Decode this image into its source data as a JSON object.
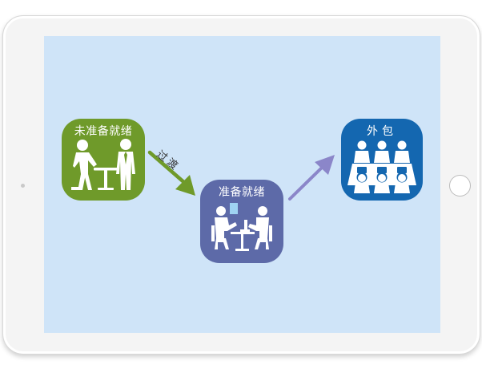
{
  "diagram": {
    "nodes": {
      "not_ready": "未准备就绪",
      "ready": "准备就绪",
      "outsource": "外包"
    },
    "edges": [
      {
        "from": "not_ready",
        "to": "ready",
        "label": "过渡",
        "color": "#6f9a2a"
      },
      {
        "from": "ready",
        "to": "outsource",
        "label": "",
        "color": "#8b86c9"
      }
    ]
  },
  "colors": {
    "not_ready_card": "#6f9a2a",
    "ready_card": "#5d6aa8",
    "outsource_card": "#1467b0",
    "screen_background": "#cfe4f8"
  },
  "icons": {
    "not_ready": "two-people-standing-at-table-icon",
    "ready": "two-people-at-desk-with-computer-icon",
    "outsource": "team-meeting-icon"
  }
}
